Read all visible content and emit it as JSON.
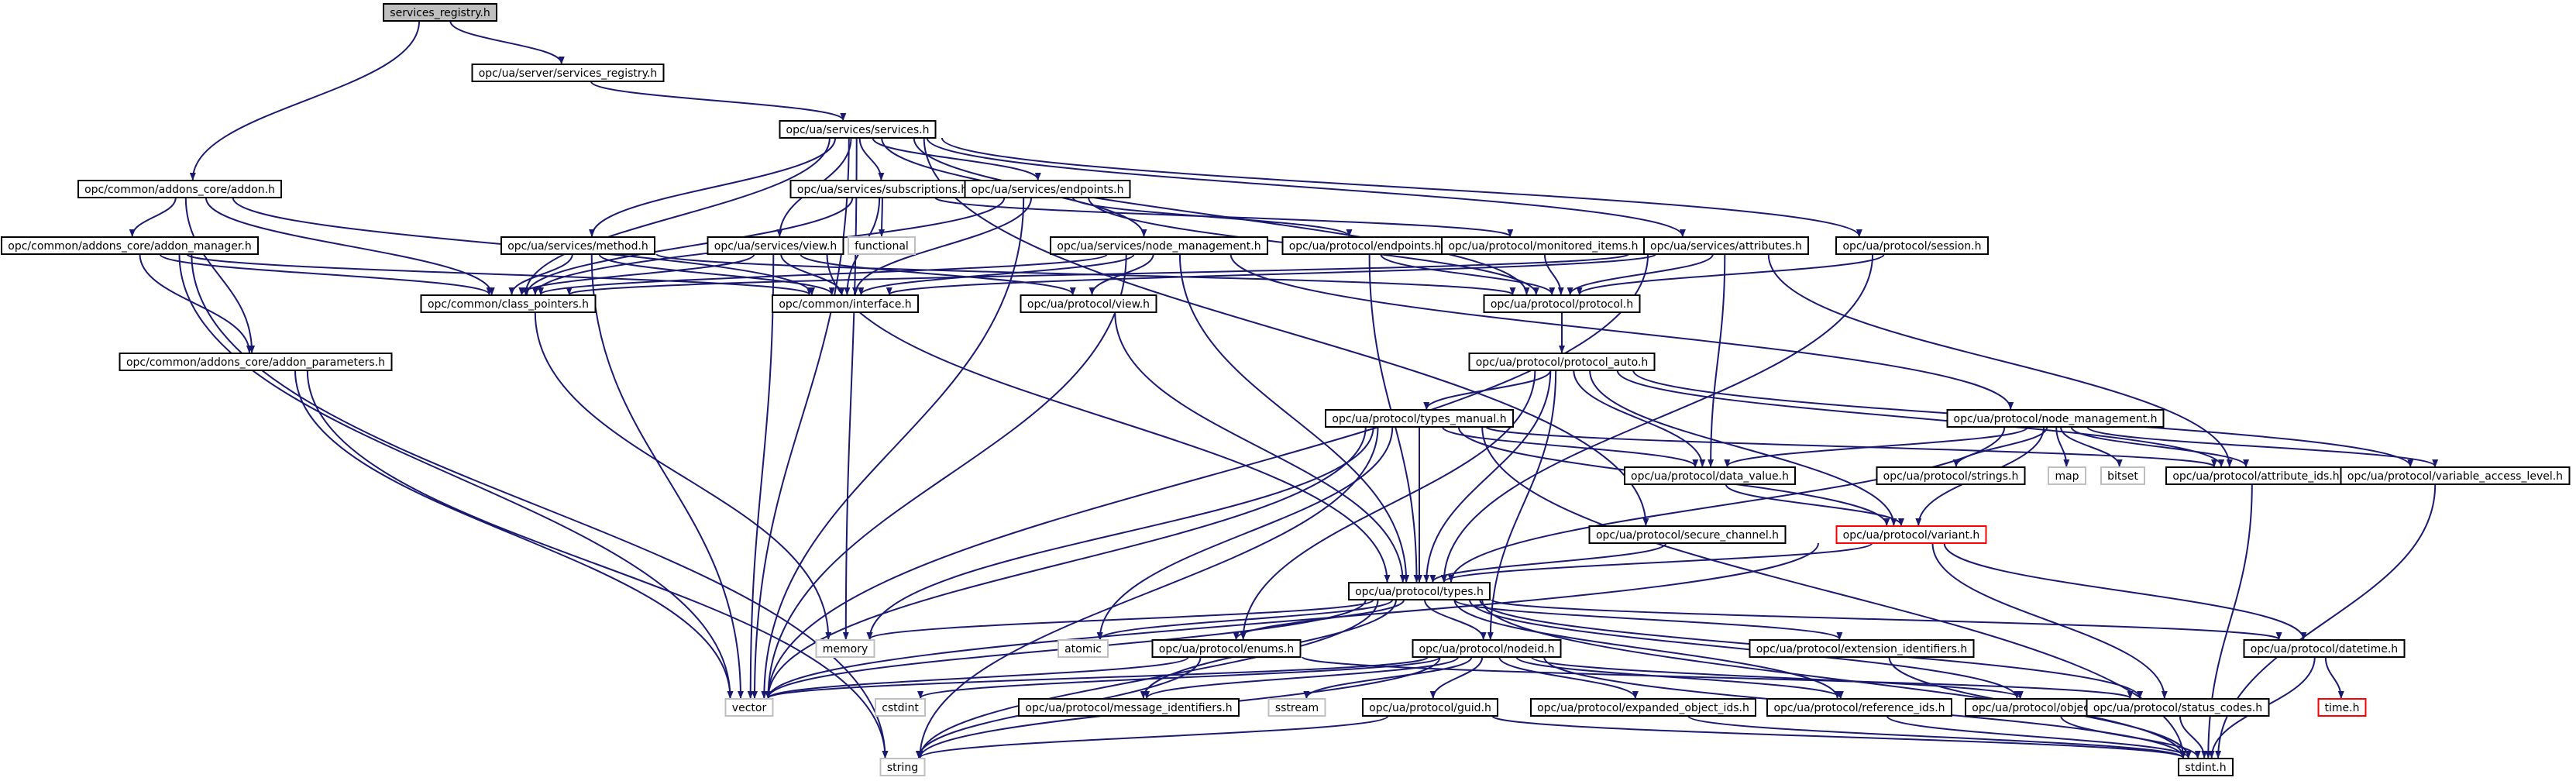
{
  "colors": {
    "edge": "#191970",
    "node_border": "#000000",
    "root_fill": "#bfbfbf",
    "missing_border": "#bfbfbf",
    "missing_text": "#404040",
    "undocumented_border": "#ff0000",
    "node_fill": "#ffffff"
  },
  "nodes": [
    {
      "id": "services_registry_root",
      "label": "services_registry.h",
      "kind": "root"
    },
    {
      "id": "server_services_registry",
      "label": "opc/ua/server/services_registry.h",
      "kind": "doc"
    },
    {
      "id": "services_services",
      "label": "opc/ua/services/services.h",
      "kind": "doc"
    },
    {
      "id": "addon",
      "label": "opc/common/addons_core/addon.h",
      "kind": "doc"
    },
    {
      "id": "subscriptions",
      "label": "opc/ua/services/subscriptions.h",
      "kind": "doc"
    },
    {
      "id": "svc_endpoints",
      "label": "opc/ua/services/endpoints.h",
      "kind": "doc"
    },
    {
      "id": "addon_manager",
      "label": "opc/common/addons_core/addon_manager.h",
      "kind": "doc"
    },
    {
      "id": "functional",
      "label": "functional",
      "kind": "missing"
    },
    {
      "id": "method",
      "label": "opc/ua/services/method.h",
      "kind": "doc"
    },
    {
      "id": "svc_view",
      "label": "opc/ua/services/view.h",
      "kind": "doc"
    },
    {
      "id": "node_mgmt_svc",
      "label": "opc/ua/services/node_management.h",
      "kind": "doc"
    },
    {
      "id": "proto_endpoints",
      "label": "opc/ua/protocol/endpoints.h",
      "kind": "doc"
    },
    {
      "id": "monitored_items",
      "label": "opc/ua/protocol/monitored_items.h",
      "kind": "doc"
    },
    {
      "id": "svc_attributes",
      "label": "opc/ua/services/attributes.h",
      "kind": "doc"
    },
    {
      "id": "proto_session",
      "label": "opc/ua/protocol/session.h",
      "kind": "doc"
    },
    {
      "id": "class_pointers",
      "label": "opc/common/class_pointers.h",
      "kind": "doc"
    },
    {
      "id": "interface",
      "label": "opc/common/interface.h",
      "kind": "doc"
    },
    {
      "id": "proto_view",
      "label": "opc/ua/protocol/view.h",
      "kind": "doc"
    },
    {
      "id": "protocol",
      "label": "opc/ua/protocol/protocol.h",
      "kind": "doc"
    },
    {
      "id": "addon_parameters",
      "label": "opc/common/addons_core/addon_parameters.h",
      "kind": "doc"
    },
    {
      "id": "protocol_auto",
      "label": "opc/ua/protocol/protocol_auto.h",
      "kind": "doc"
    },
    {
      "id": "types_manual",
      "label": "opc/ua/protocol/types_manual.h",
      "kind": "doc"
    },
    {
      "id": "proto_node_mgmt",
      "label": "opc/ua/protocol/node_management.h",
      "kind": "doc"
    },
    {
      "id": "data_value",
      "label": "opc/ua/protocol/data_value.h",
      "kind": "doc"
    },
    {
      "id": "strings",
      "label": "opc/ua/protocol/strings.h",
      "kind": "doc"
    },
    {
      "id": "map",
      "label": "map",
      "kind": "missing"
    },
    {
      "id": "bitset",
      "label": "bitset",
      "kind": "missing"
    },
    {
      "id": "attribute_ids",
      "label": "opc/ua/protocol/attribute_ids.h",
      "kind": "doc"
    },
    {
      "id": "variable_access_level",
      "label": "opc/ua/protocol/variable_access_level.h",
      "kind": "doc"
    },
    {
      "id": "secure_channel",
      "label": "opc/ua/protocol/secure_channel.h",
      "kind": "doc"
    },
    {
      "id": "variant",
      "label": "opc/ua/protocol/variant.h",
      "kind": "undoc"
    },
    {
      "id": "types",
      "label": "opc/ua/protocol/types.h",
      "kind": "doc"
    },
    {
      "id": "memory",
      "label": "memory",
      "kind": "missing"
    },
    {
      "id": "atomic",
      "label": "atomic",
      "kind": "missing"
    },
    {
      "id": "enums",
      "label": "opc/ua/protocol/enums.h",
      "kind": "doc"
    },
    {
      "id": "nodeid",
      "label": "opc/ua/protocol/nodeid.h",
      "kind": "doc"
    },
    {
      "id": "extension_identifiers",
      "label": "opc/ua/protocol/extension_identifiers.h",
      "kind": "doc"
    },
    {
      "id": "datetime",
      "label": "opc/ua/protocol/datetime.h",
      "kind": "doc"
    },
    {
      "id": "vector",
      "label": "vector",
      "kind": "missing"
    },
    {
      "id": "cstdint",
      "label": "cstdint",
      "kind": "missing"
    },
    {
      "id": "message_identifiers",
      "label": "opc/ua/protocol/message_identifiers.h",
      "kind": "doc"
    },
    {
      "id": "sstream",
      "label": "sstream",
      "kind": "missing"
    },
    {
      "id": "guid",
      "label": "opc/ua/protocol/guid.h",
      "kind": "doc"
    },
    {
      "id": "expanded_object_ids",
      "label": "opc/ua/protocol/expanded_object_ids.h",
      "kind": "doc"
    },
    {
      "id": "reference_ids",
      "label": "opc/ua/protocol/reference_ids.h",
      "kind": "doc"
    },
    {
      "id": "object_ids",
      "label": "opc/ua/protocol/object_ids.h",
      "kind": "doc"
    },
    {
      "id": "status_codes",
      "label": "opc/ua/protocol/status_codes.h",
      "kind": "doc"
    },
    {
      "id": "time",
      "label": "time.h",
      "kind": "undoc"
    },
    {
      "id": "string",
      "label": "string",
      "kind": "missing"
    },
    {
      "id": "stdint",
      "label": "stdint.h",
      "kind": "doc"
    }
  ],
  "edges": [
    [
      "services_registry_root",
      "server_services_registry"
    ],
    [
      "services_registry_root",
      "addon"
    ],
    [
      "server_services_registry",
      "services_services"
    ],
    [
      "services_services",
      "class_pointers"
    ],
    [
      "services_services",
      "subscriptions"
    ],
    [
      "services_services",
      "svc_endpoints"
    ],
    [
      "services_services",
      "method"
    ],
    [
      "services_services",
      "svc_view"
    ],
    [
      "services_services",
      "node_mgmt_svc"
    ],
    [
      "services_services",
      "protocol"
    ],
    [
      "services_services",
      "svc_attributes"
    ],
    [
      "services_services",
      "proto_session"
    ],
    [
      "services_services",
      "secure_channel"
    ],
    [
      "services_services",
      "memory"
    ],
    [
      "services_services",
      "vector"
    ],
    [
      "addon",
      "addon_manager"
    ],
    [
      "addon",
      "addon_parameters"
    ],
    [
      "addon",
      "class_pointers"
    ],
    [
      "addon",
      "interface"
    ],
    [
      "addon_manager",
      "addon_parameters"
    ],
    [
      "addon_manager",
      "class_pointers"
    ],
    [
      "addon_manager",
      "interface"
    ],
    [
      "addon_manager",
      "vector"
    ],
    [
      "addon_manager",
      "string"
    ],
    [
      "addon_parameters",
      "vector"
    ],
    [
      "addon_parameters",
      "string"
    ],
    [
      "class_pointers",
      "memory"
    ],
    [
      "subscriptions",
      "class_pointers"
    ],
    [
      "subscriptions",
      "interface"
    ],
    [
      "subscriptions",
      "monitored_items"
    ],
    [
      "subscriptions",
      "functional"
    ],
    [
      "svc_endpoints",
      "class_pointers"
    ],
    [
      "svc_endpoints",
      "interface"
    ],
    [
      "svc_endpoints",
      "proto_endpoints"
    ],
    [
      "svc_endpoints",
      "protocol"
    ],
    [
      "svc_endpoints",
      "vector"
    ],
    [
      "method",
      "class_pointers"
    ],
    [
      "method",
      "interface"
    ],
    [
      "method",
      "protocol"
    ],
    [
      "method",
      "vector"
    ],
    [
      "svc_view",
      "class_pointers"
    ],
    [
      "svc_view",
      "interface"
    ],
    [
      "svc_view",
      "proto_view"
    ],
    [
      "svc_view",
      "types"
    ],
    [
      "svc_view",
      "vector"
    ],
    [
      "node_mgmt_svc",
      "class_pointers"
    ],
    [
      "node_mgmt_svc",
      "interface"
    ],
    [
      "node_mgmt_svc",
      "proto_view"
    ],
    [
      "node_mgmt_svc",
      "proto_node_mgmt"
    ],
    [
      "node_mgmt_svc",
      "types"
    ],
    [
      "node_mgmt_svc",
      "vector"
    ],
    [
      "proto_endpoints",
      "protocol"
    ],
    [
      "proto_endpoints",
      "types"
    ],
    [
      "monitored_items",
      "protocol"
    ],
    [
      "svc_attributes",
      "interface"
    ],
    [
      "svc_attributes",
      "class_pointers"
    ],
    [
      "svc_attributes",
      "protocol"
    ],
    [
      "svc_attributes",
      "attribute_ids"
    ],
    [
      "svc_attributes",
      "data_value"
    ],
    [
      "svc_attributes",
      "vector"
    ],
    [
      "proto_session",
      "protocol"
    ],
    [
      "proto_session",
      "types"
    ],
    [
      "proto_view",
      "types"
    ],
    [
      "protocol",
      "protocol_auto"
    ],
    [
      "protocol_auto",
      "types_manual"
    ],
    [
      "protocol_auto",
      "data_value"
    ],
    [
      "protocol_auto",
      "attribute_ids"
    ],
    [
      "protocol_auto",
      "variable_access_level"
    ],
    [
      "protocol_auto",
      "variant"
    ],
    [
      "protocol_auto",
      "types"
    ],
    [
      "protocol_auto",
      "enums"
    ],
    [
      "protocol_auto",
      "nodeid"
    ],
    [
      "types_manual",
      "data_value"
    ],
    [
      "types_manual",
      "attribute_ids"
    ],
    [
      "types_manual",
      "variant"
    ],
    [
      "types_manual",
      "types"
    ],
    [
      "types_manual",
      "memory"
    ],
    [
      "types_manual",
      "atomic"
    ],
    [
      "types_manual",
      "vector"
    ],
    [
      "types_manual",
      "string"
    ],
    [
      "types_manual",
      "stdint"
    ],
    [
      "proto_node_mgmt",
      "data_value"
    ],
    [
      "proto_node_mgmt",
      "strings"
    ],
    [
      "proto_node_mgmt",
      "map"
    ],
    [
      "proto_node_mgmt",
      "bitset"
    ],
    [
      "proto_node_mgmt",
      "attribute_ids"
    ],
    [
      "proto_node_mgmt",
      "variable_access_level"
    ],
    [
      "proto_node_mgmt",
      "variant"
    ],
    [
      "proto_node_mgmt",
      "types"
    ],
    [
      "data_value",
      "variant"
    ],
    [
      "attribute_ids",
      "stdint"
    ],
    [
      "variable_access_level",
      "stdint"
    ],
    [
      "secure_channel",
      "types"
    ],
    [
      "variant",
      "types"
    ],
    [
      "variant",
      "datetime"
    ],
    [
      "variant",
      "status_codes"
    ],
    [
      "variant",
      "vector"
    ],
    [
      "types",
      "memory"
    ],
    [
      "types",
      "atomic"
    ],
    [
      "types",
      "enums"
    ],
    [
      "types",
      "nodeid"
    ],
    [
      "types",
      "extension_identifiers"
    ],
    [
      "types",
      "datetime"
    ],
    [
      "types",
      "message_identifiers"
    ],
    [
      "types",
      "reference_ids"
    ],
    [
      "types",
      "object_ids"
    ],
    [
      "types",
      "status_codes"
    ],
    [
      "types",
      "vector"
    ],
    [
      "types",
      "string"
    ],
    [
      "types",
      "stdint"
    ],
    [
      "enums",
      "vector"
    ],
    [
      "enums",
      "string"
    ],
    [
      "enums",
      "status_codes"
    ],
    [
      "nodeid",
      "expanded_object_ids"
    ],
    [
      "nodeid",
      "message_identifiers"
    ],
    [
      "nodeid",
      "reference_ids"
    ],
    [
      "nodeid",
      "object_ids"
    ],
    [
      "nodeid",
      "guid"
    ],
    [
      "nodeid",
      "sstream"
    ],
    [
      "nodeid",
      "cstdint"
    ],
    [
      "nodeid",
      "vector"
    ],
    [
      "nodeid",
      "string"
    ],
    [
      "nodeid",
      "stdint"
    ],
    [
      "extension_identifiers",
      "stdint"
    ],
    [
      "datetime",
      "time"
    ],
    [
      "datetime",
      "stdint"
    ],
    [
      "guid",
      "string"
    ],
    [
      "guid",
      "stdint"
    ],
    [
      "expanded_object_ids",
      "stdint"
    ],
    [
      "reference_ids",
      "stdint"
    ],
    [
      "object_ids",
      "stdint"
    ],
    [
      "status_codes",
      "stdint"
    ]
  ]
}
